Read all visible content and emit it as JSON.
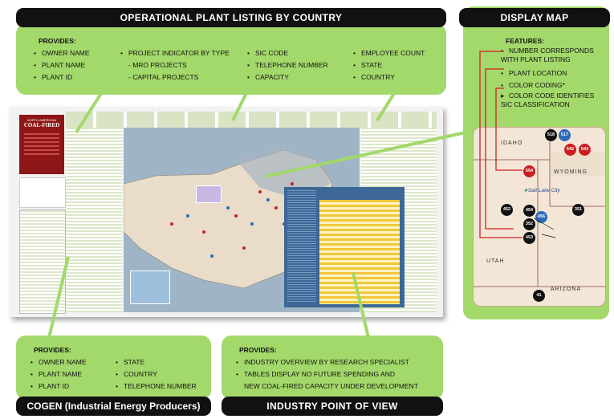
{
  "top_panel": {
    "title": "OPERATIONAL PLANT LISTING BY COUNTRY",
    "provides_label": "PROVIDES:",
    "col1": [
      "OWNER NAME",
      "PLANT NAME",
      "PLANT ID"
    ],
    "col2": [
      "PROJECT INDICATOR BY TYPE"
    ],
    "col2_sub": [
      "- MRO PROJECTS",
      "- CAPITAL PROJECTS"
    ],
    "col3": [
      "SIC CODE",
      "TELEPHONE NUMBER",
      "CAPACITY"
    ],
    "col4": [
      "EMPLOYEE COUNT",
      "STATE",
      "COUNTRY"
    ]
  },
  "display_map": {
    "title": "DISPLAY MAP",
    "features_label": "FEATURES:",
    "features": [
      "NUMBER CORRESPONDS WITH PLANT LISTING",
      "PLANT LOCATION",
      "COLOR CODING*",
      "COLOR CODE IDENTIFIES SIC CLASSIFICATION"
    ],
    "states": {
      "idaho": "IDAHO",
      "wyoming": "WYOMING",
      "utah": "UTAH",
      "arizona": "ARIZONA"
    },
    "city": "Salt Lake City",
    "markers": [
      "518",
      "517",
      "542",
      "543",
      "554",
      "452",
      "454",
      "456",
      "351",
      "352",
      "453",
      "41"
    ]
  },
  "poster": {
    "badge_line1": "NORTH AMERICAN",
    "badge_line2": "COAL-FIRED"
  },
  "cogen_panel": {
    "provides_label": "PROVIDES:",
    "col1": [
      "OWNER NAME",
      "PLANT NAME",
      "PLANT ID"
    ],
    "col2": [
      "STATE",
      "COUNTRY",
      "TELEPHONE NUMBER"
    ],
    "title": "COGEN (Industrial Energy Producers)"
  },
  "industry_panel": {
    "provides_label": "PROVIDES:",
    "items": [
      "INDUSTRY OVERVIEW BY RESEARCH SPECIALIST",
      "TABLES DISPLAY NO FUTURE SPENDING AND"
    ],
    "item_cont": "NEW COAL-FIRED CAPACITY UNDER DEVELOPMENT",
    "title": "INDUSTRY POINT OF VIEW"
  },
  "colors": {
    "green": "#a3d86a",
    "header": "#111111",
    "red": "#c82020",
    "blue": "#2a6ab8"
  }
}
